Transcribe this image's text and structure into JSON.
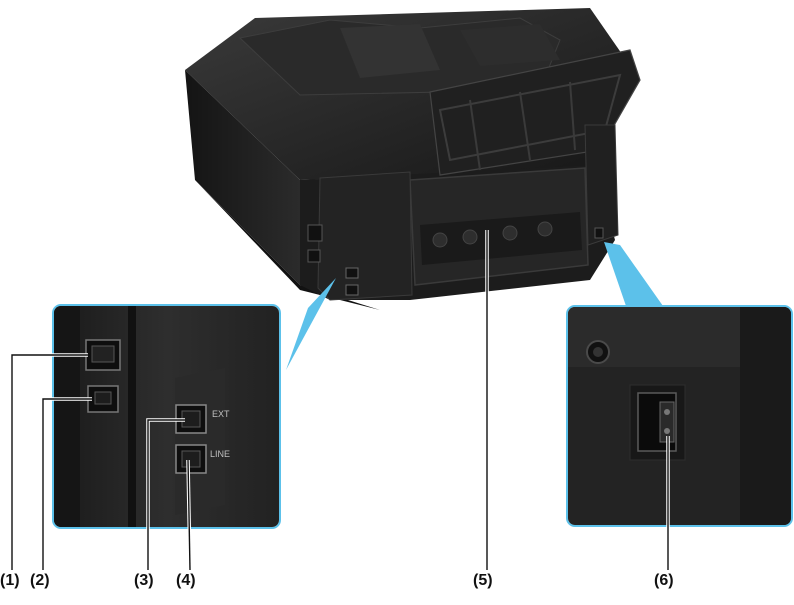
{
  "callouts": [
    {
      "id": "1",
      "label": "(1)"
    },
    {
      "id": "2",
      "label": "(2)"
    },
    {
      "id": "3",
      "label": "(3)"
    },
    {
      "id": "4",
      "label": "(4)"
    },
    {
      "id": "5",
      "label": "(5)"
    },
    {
      "id": "6",
      "label": "(6)"
    }
  ],
  "port_text": {
    "ext": "EXT",
    "line": "LINE"
  },
  "colors": {
    "accent": "#5cc1ea",
    "body": "#1c1c1c",
    "inset_bg": "#262626"
  }
}
